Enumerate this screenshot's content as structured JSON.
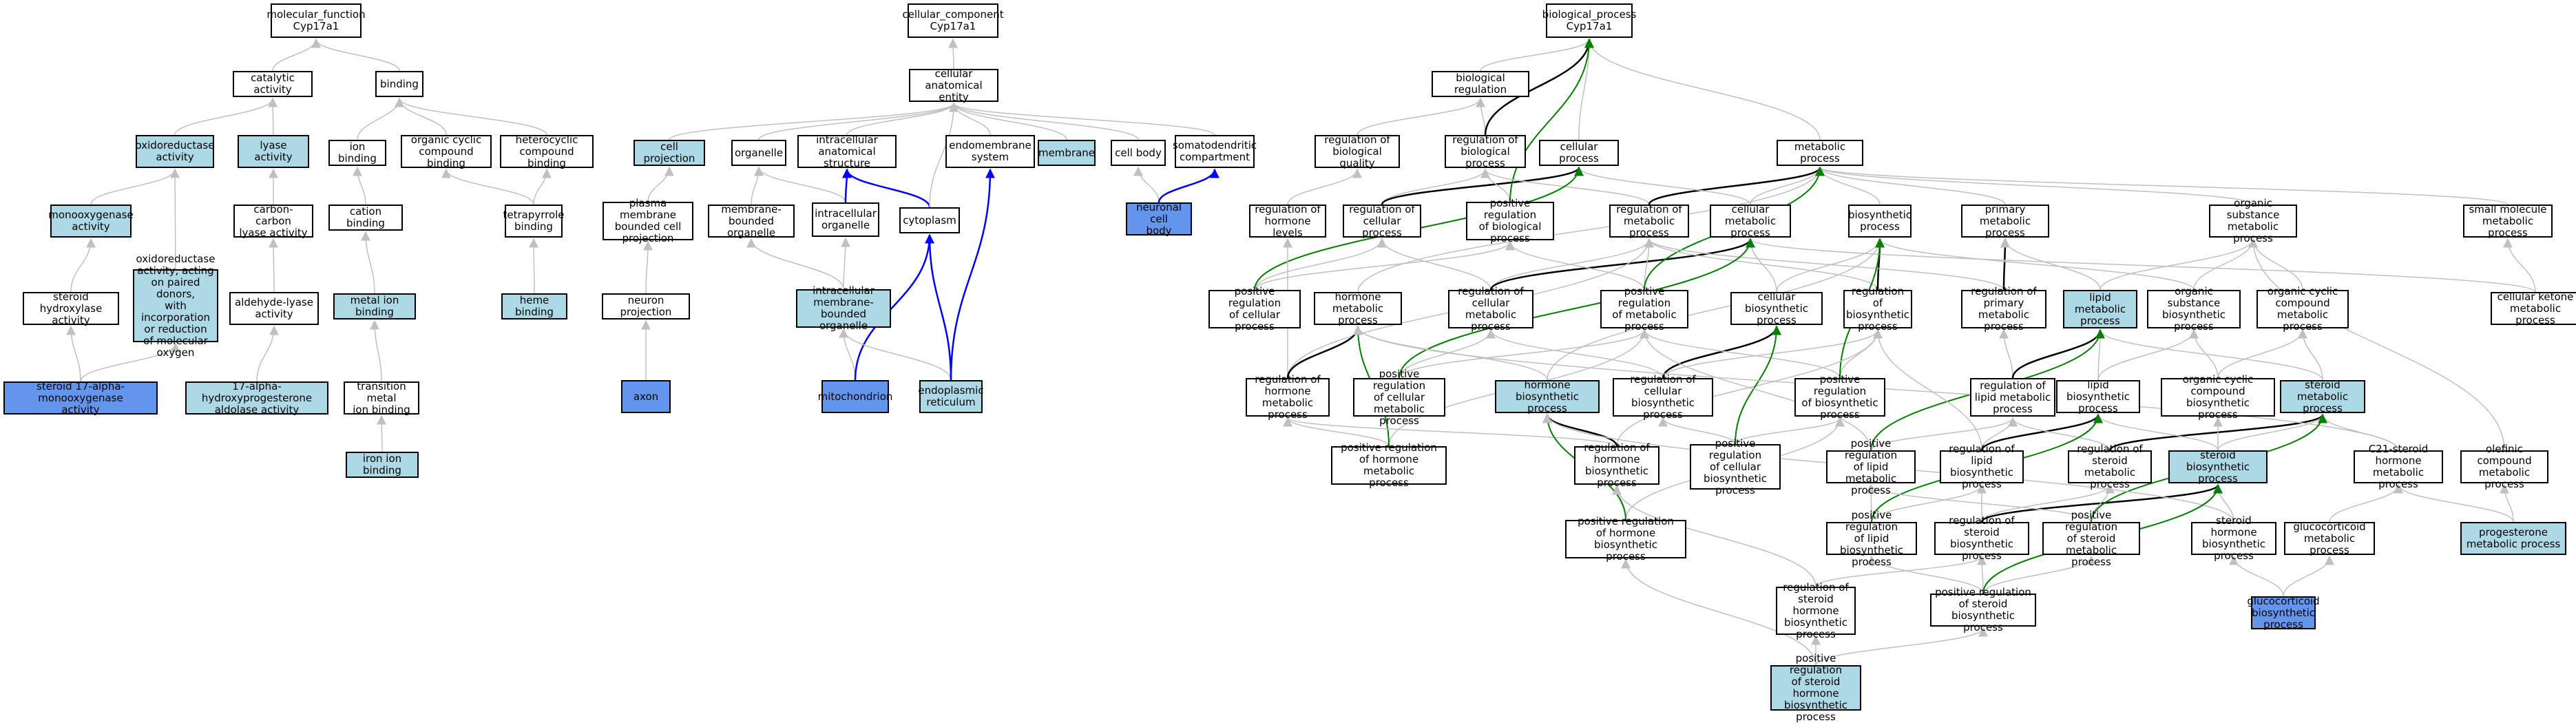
{
  "nodes": {
    "mf": "molecular_function\nCyp17a1",
    "cat": "catalytic activity",
    "bind": "binding",
    "oxred": "oxidoreductase\nactivity",
    "lyase": "lyase activity",
    "ionb": "ion binding",
    "ocyc": "organic cyclic\ncompound binding",
    "hetero": "heterocyclic\ncompound binding",
    "mono": "monooxygenase\nactivity",
    "oxpair": "oxidoreductase\nactivity, acting\non paired donors,\nwith incorporation\nor reduction\nof molecular\noxygen",
    "cclyase": "carbon-carbon\nlyase activity",
    "cation": "cation binding",
    "tetra": "tetrapyrrole\nbinding",
    "steroidhyd": "steroid hydroxylase\nactivity",
    "aldlyase": "aldehyde-lyase\nactivity",
    "metalb": "metal ion binding",
    "hemeb": "heme binding",
    "s17mono": "steroid 17-alpha-monooxygenase\nactivity",
    "hpald": "17-alpha-hydroxyprogesterone\naldolase activity",
    "transm": "transition metal\nion binding",
    "ironb": "iron ion binding",
    "cc": "cellular_component\nCyp17a1",
    "cae": "cellular anatomical\nentity",
    "cellproj": "cell projection",
    "organelle": "organelle",
    "ias": "intracellular\nanatomical structure",
    "endomem": "endomembrane\nsystem",
    "membrane": "membrane",
    "cellbody": "cell body",
    "somato": "somatodendritic\ncompartment",
    "pmbcp": "plasma membrane\nbounded cell\nprojection",
    "mbo": "membrane-bounded\norganelle",
    "intraorg": "intracellular\norganelle",
    "cytoplasm": "cytoplasm",
    "ncb": "neuronal cell\nbody",
    "neuronproj": "neuron projection",
    "imbo": "intracellular\nmembrane-bounded\norganelle",
    "axon": "axon",
    "mito": "mitochondrion",
    "er": "endoplasmic\nreticulum",
    "bp": "biological_process\nCyp17a1",
    "breg": "biological regulation",
    "rbq": "regulation of\nbiological quality",
    "rbp": "regulation of\nbiological process",
    "cellproc": "cellular process",
    "metproc": "metabolic process",
    "rhl": "regulation of\nhormone levels",
    "rcp": "regulation of\ncellular process",
    "prbp": "positive regulation\nof biological\nprocess",
    "rmp": "regulation of\nmetabolic process",
    "cmp": "cellular metabolic\nprocess",
    "biosyn": "biosynthetic\nprocess",
    "pmp": "primary metabolic\nprocess",
    "osmp": "organic substance\nmetabolic process",
    "smmp": "small molecule\nmetabolic process",
    "prcp": "positive regulation\nof cellular\nprocess",
    "hmp": "hormone metabolic\nprocess",
    "rcmp": "regulation of\ncellular metabolic\nprocess",
    "prmp": "positive regulation\nof metabolic\nprocess",
    "cbp": "cellular biosynthetic\nprocess",
    "rbiop": "regulation of\nbiosynthetic\nprocess",
    "rpmp": "regulation of\nprimary metabolic\nprocess",
    "lmp": "lipid metabolic\nprocess",
    "osbp": "organic substance\nbiosynthetic\nprocess",
    "ocmp": "organic cyclic\ncompound metabolic\nprocess",
    "ckmp": "cellular ketone\nmetabolic process",
    "rhmp": "regulation of\nhormone metabolic\nprocess",
    "prcmp": "positive regulation\nof cellular\nmetabolic process",
    "hbp": "hormone biosynthetic\nprocess",
    "rcbp": "regulation of\ncellular biosynthetic\nprocess",
    "prbiop": "positive regulation\nof biosynthetic\nprocess",
    "rlmp": "regulation of\nlipid metabolic\nprocess",
    "lbp": "lipid biosynthetic\nprocess",
    "ocbp": "organic cyclic\ncompound biosynthetic\nprocess",
    "stmp": "steroid metabolic\nprocess",
    "prhmp": "positive regulation\nof hormone metabolic\nprocess",
    "rhbp": "regulation of\nhormone biosynthetic\nprocess",
    "prcbp": "positive regulation\nof cellular\nbiosynthetic\nprocess",
    "prlmp": "positive regulation\nof lipid metabolic\nprocess",
    "rlbp": "regulation of\nlipid biosynthetic\nprocess",
    "rsmp": "regulation of\nsteroid metabolic\nprocess",
    "sbp": "steroid biosynthetic\nprocess",
    "c21": "C21-steroid\nhormone metabolic\nprocess",
    "olef": "olefinic compound\nmetabolic process",
    "prhbp": "positive regulation\nof hormone biosynthetic\nprocess",
    "prlbp": "positive regulation\nof lipid biosynthetic\nprocess",
    "rsbp": "regulation of\nsteroid biosynthetic\nprocess",
    "prsmp": "positive regulation\nof steroid metabolic\nprocess",
    "shbp": "steroid hormone\nbiosynthetic\nprocess",
    "gmp": "glucocorticoid\nmetabolic process",
    "prog": "progesterone\nmetabolic process",
    "rshbp": "regulation of\nsteroid hormone\nbiosynthetic\nprocess",
    "prsbp": "positive regulation\nof steroid biosynthetic\nprocess",
    "gbp": "glucocorticoid\nbiosynthetic\nprocess",
    "prshbp": "positive regulation\nof steroid hormone\nbiosynthetic\nprocess"
  },
  "colors": {
    "highlight": "#add8e6",
    "annotated": "#6495ed",
    "is_a": "#c0c0c0",
    "part_of": "#0000ff",
    "regulates": "#000000",
    "positively_regulates": "#008000"
  }
}
